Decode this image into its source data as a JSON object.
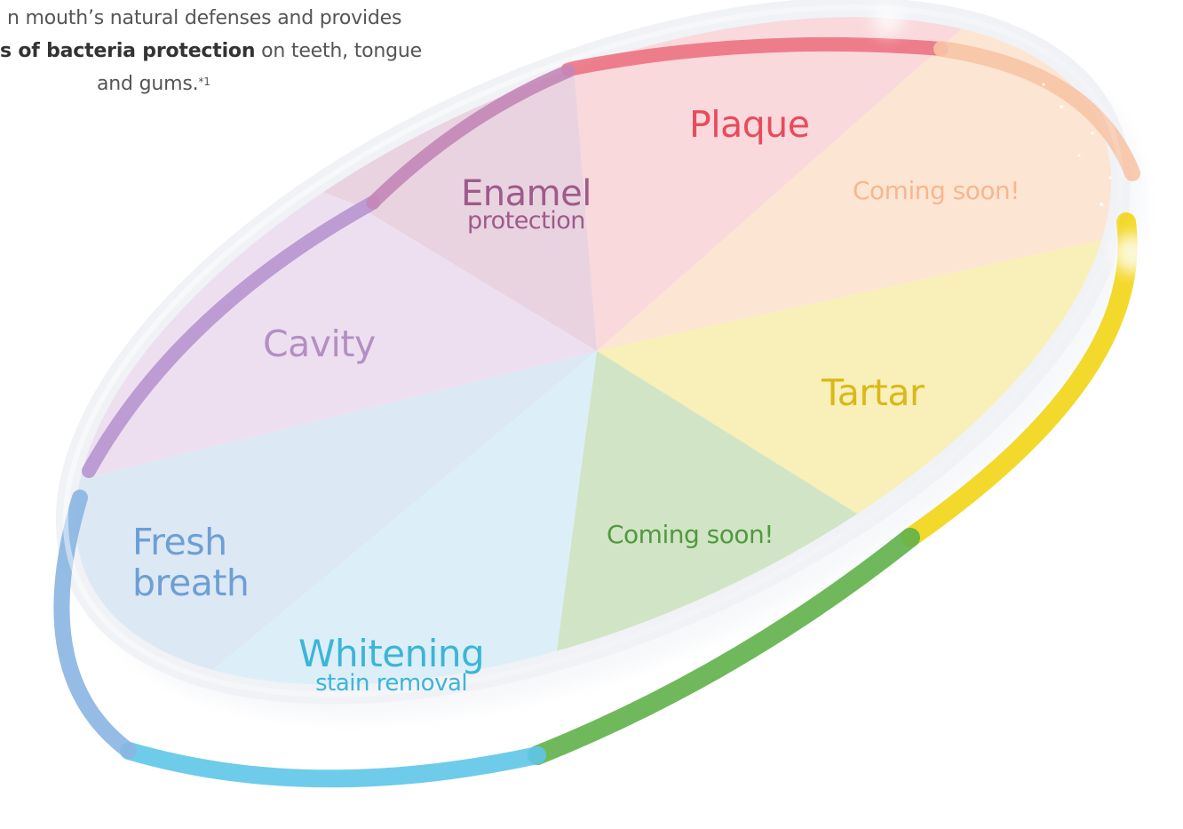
{
  "intro": {
    "line1": "n mouth’s natural defenses and provides",
    "line2_bold": "s of bacteria protection",
    "line2_rest": " on teeth, tongue",
    "line3": "and gums.",
    "line3_sup": "*1"
  },
  "segments": {
    "plaque": {
      "title": "Plaque",
      "color": "#e94b5c"
    },
    "coming_soon_top": {
      "title": "Coming soon!",
      "color": "#f6b78e"
    },
    "tartar": {
      "title": "Tartar",
      "color": "#d9b81a"
    },
    "coming_soon_green": {
      "title": "Coming soon!",
      "color": "#4f9a3e"
    },
    "whitening": {
      "title": "Whitening",
      "subtitle": "stain removal",
      "color": "#3cb5d8"
    },
    "fresh_breath": {
      "title": "Fresh",
      "title2": "breath",
      "color": "#6d9fd5"
    },
    "cavity": {
      "title": "Cavity",
      "color": "#b38fc4"
    },
    "enamel": {
      "title": "Enamel",
      "subtitle": "protection",
      "color": "#9e5a8a"
    }
  }
}
